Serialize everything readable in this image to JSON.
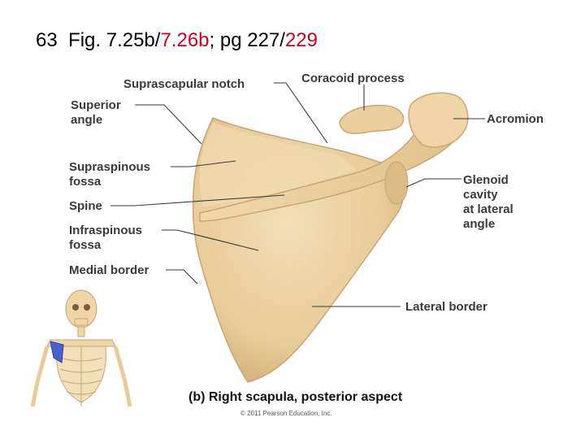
{
  "slide": {
    "number": "63",
    "fig_a": "Fig. 7.25b/",
    "fig_b": "7.26b",
    "sep": ";",
    "pg_a": "pg 227/",
    "pg_b": "229",
    "accent_color": "#d0021b"
  },
  "labels": {
    "suprascapular_notch": "Suprascapular notch",
    "coracoid_process": "Coracoid process",
    "superior_angle_1": "Superior",
    "superior_angle_2": "angle",
    "acromion": "Acromion",
    "supraspinous_1": "Supraspinous",
    "supraspinous_2": "fossa",
    "glenoid_1": "Glenoid",
    "glenoid_2": "cavity",
    "glenoid_3": "at lateral",
    "glenoid_4": "angle",
    "spine": "Spine",
    "infraspinous_1": "Infraspinous",
    "infraspinous_2": "fossa",
    "medial_border": "Medial border",
    "lateral_border": "Lateral border"
  },
  "caption": "(b) Right scapula, posterior aspect",
  "copyright": "© 2011 Pearson Education, Inc.",
  "colors": {
    "bone": "#ecd3a6",
    "bone_shadow": "#c9a675",
    "highlight": "#4a5fd0"
  }
}
